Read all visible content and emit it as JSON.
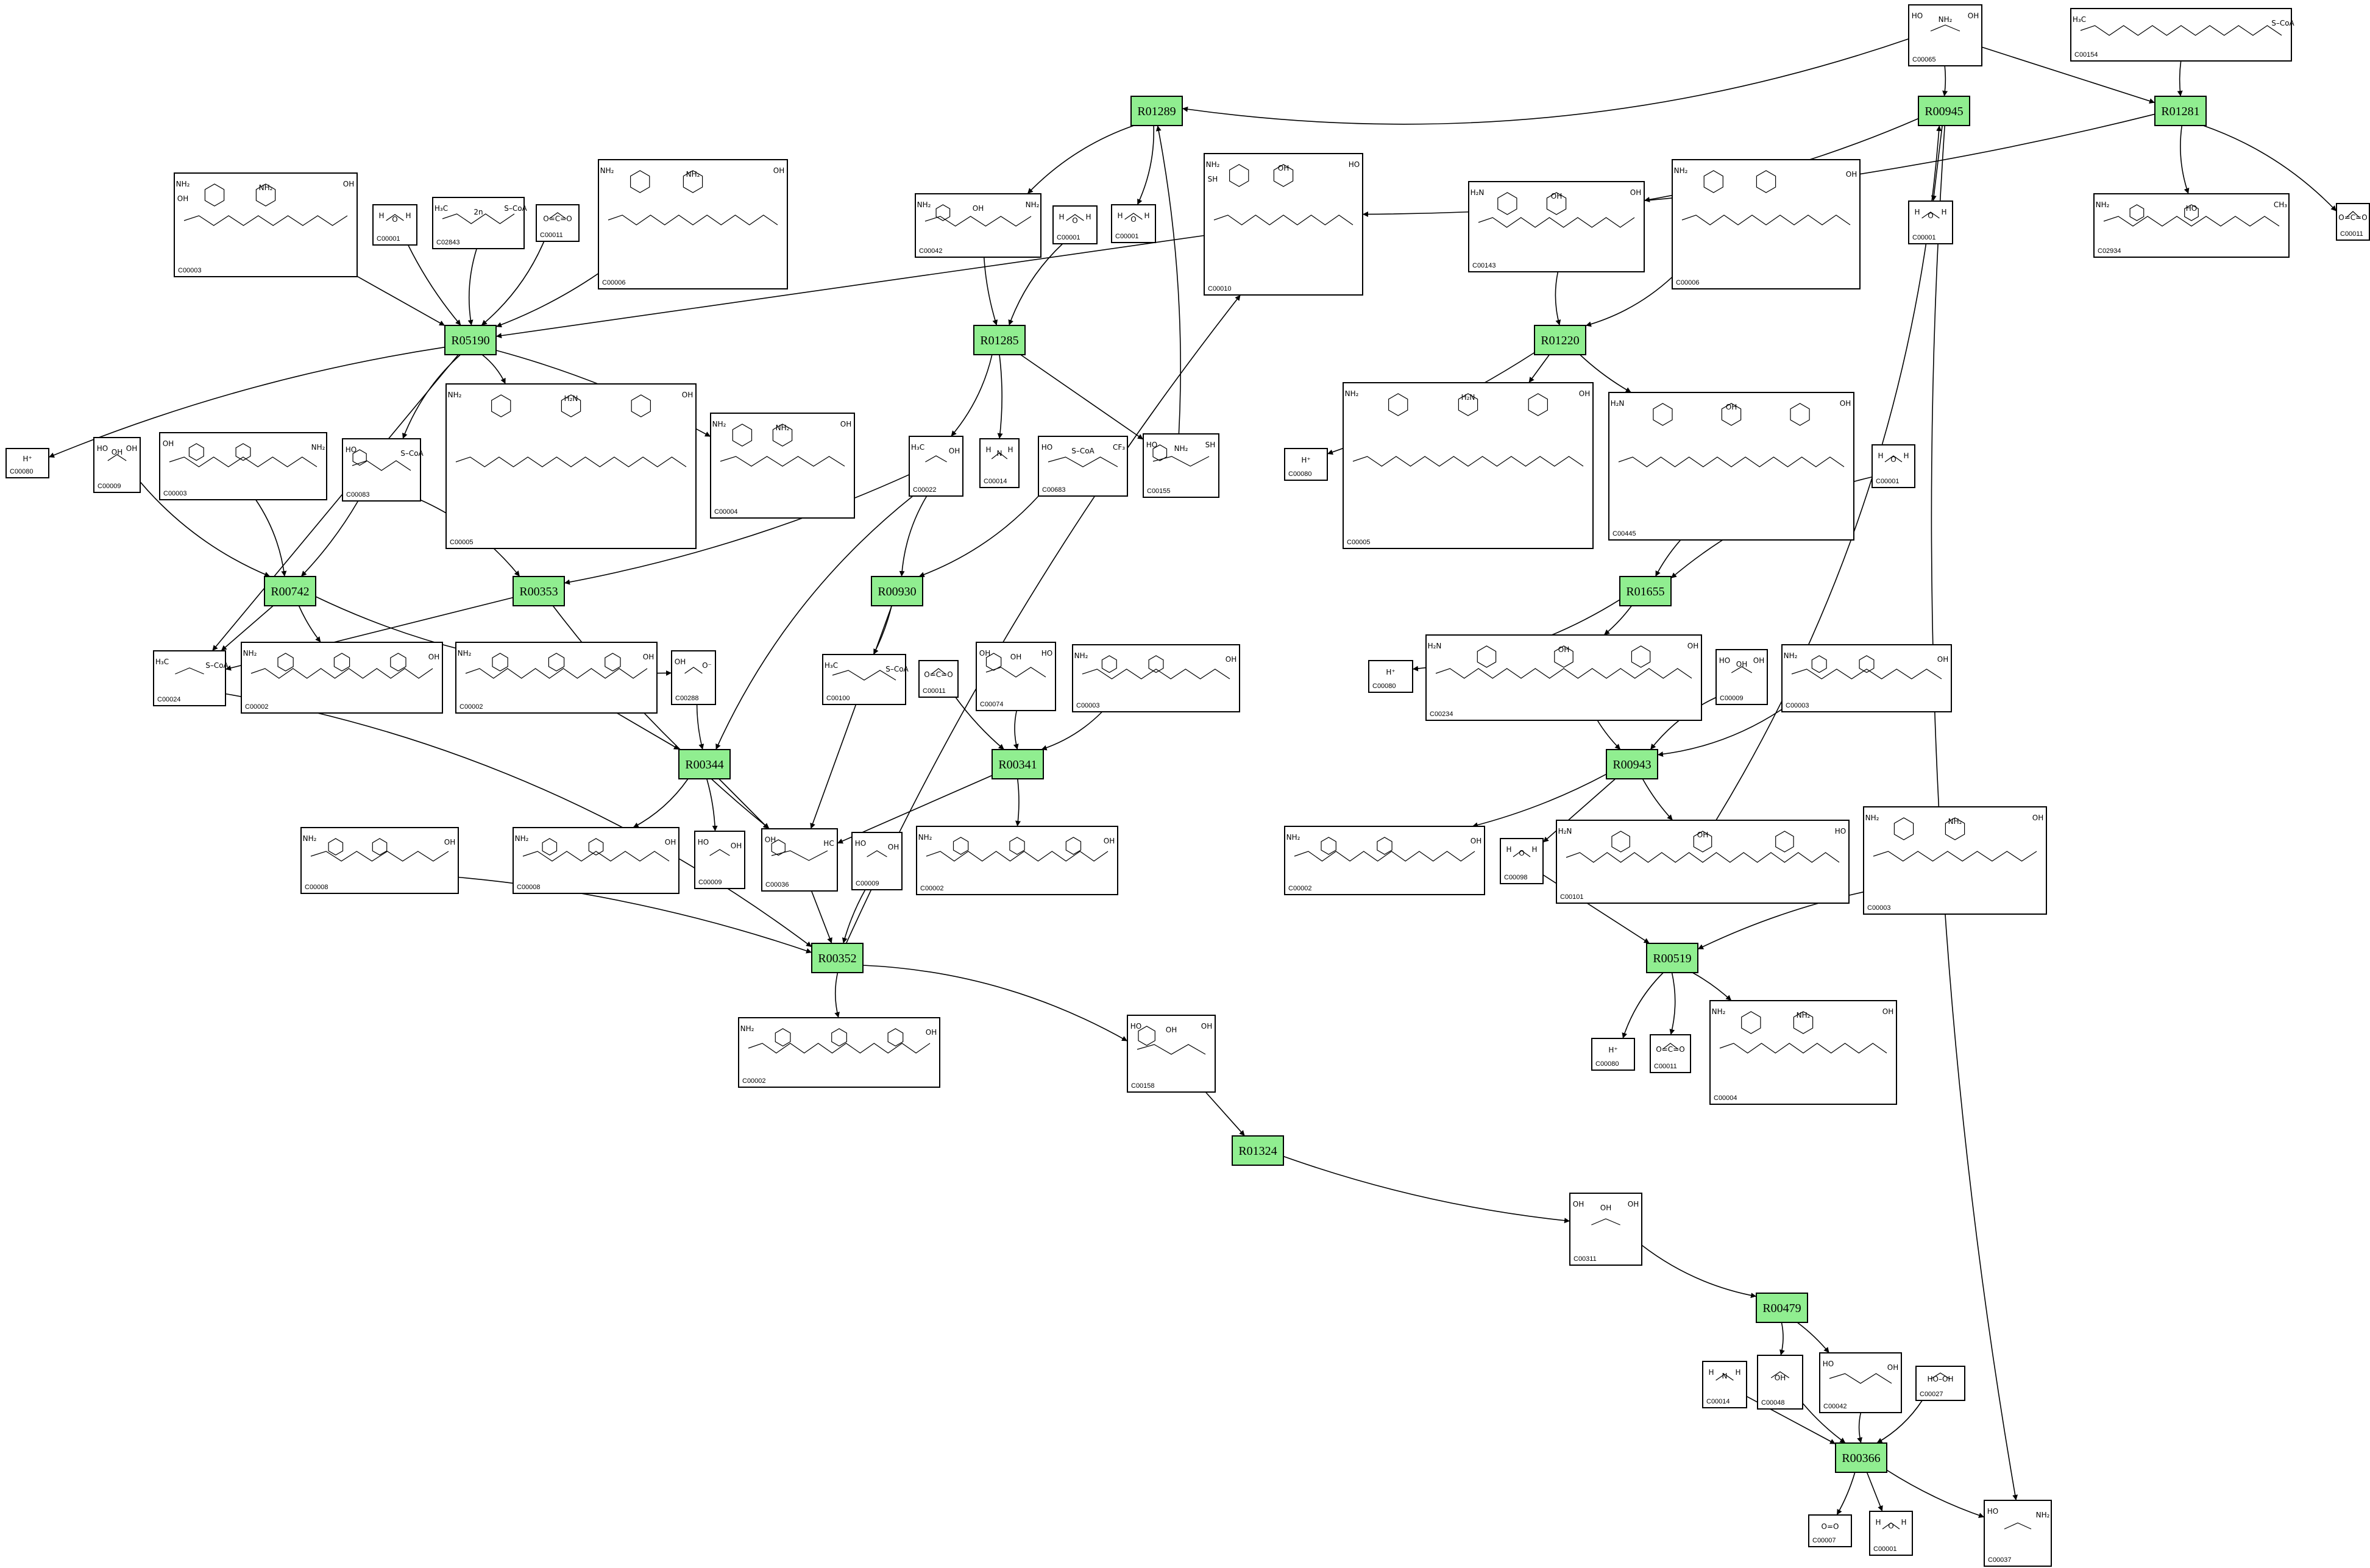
{
  "reactions": [
    "R01289",
    "R00945",
    "R01281",
    "R05190",
    "R01285",
    "R01220",
    "R00742",
    "R00353",
    "R00930",
    "R01655",
    "R00344",
    "R00341",
    "R00943",
    "R00352",
    "R00519",
    "R01324",
    "R00479",
    "R00366"
  ],
  "compounds": [
    {
      "id": "C00065",
      "label": "C00065",
      "formula": [
        "HO",
        "NH₂",
        "OH"
      ]
    },
    {
      "id": "C00154",
      "label": "C00154",
      "formula": [
        "H₃C",
        "S–CoA"
      ]
    },
    {
      "id": "C00003a",
      "label": "C00003",
      "formula": [
        "NH₂",
        "NH₂",
        "OH",
        "OH"
      ]
    },
    {
      "id": "C00001a",
      "label": "C00001",
      "formula": [
        "H",
        "O",
        "H"
      ]
    },
    {
      "id": "C02843",
      "label": "C02843",
      "formula": [
        "H₃C",
        "2n",
        "S–CoA"
      ]
    },
    {
      "id": "C00011a",
      "label": "C00011",
      "formula": [
        "O=C=O"
      ]
    },
    {
      "id": "C00006a",
      "label": "C00006",
      "formula": [
        "NH₂",
        "NH₂",
        "OH"
      ]
    },
    {
      "id": "C00042b",
      "label": "C00042",
      "formula": [
        "NH₂",
        "OH",
        "NH₂"
      ]
    },
    {
      "id": "C00001b",
      "label": "C00001",
      "formula": [
        "H",
        "O",
        "H"
      ]
    },
    {
      "id": "C00001c",
      "label": "C00001",
      "formula": [
        "H",
        "O",
        "H"
      ]
    },
    {
      "id": "C00010",
      "label": "C00010",
      "formula": [
        "NH₂",
        "OH",
        "HO",
        "SH"
      ]
    },
    {
      "id": "C00143",
      "label": "C00143",
      "formula": [
        "H₂N",
        "OH",
        "OH"
      ]
    },
    {
      "id": "C00006b",
      "label": "C00006",
      "formula": [
        "NH₂",
        "OH"
      ]
    },
    {
      "id": "C00001d",
      "label": "C00001",
      "formula": [
        "H",
        "O",
        "H"
      ]
    },
    {
      "id": "C02934",
      "label": "C02934",
      "formula": [
        "NH₂",
        "HO",
        "CH₃"
      ]
    },
    {
      "id": "C00011b",
      "label": "C00011",
      "formula": [
        "O=C=O"
      ]
    },
    {
      "id": "C00080a",
      "label": "C00080",
      "formula": [
        "H⁺"
      ]
    },
    {
      "id": "C00009a",
      "label": "C00009",
      "formula": [
        "HO",
        "OH",
        "OH"
      ]
    },
    {
      "id": "C00003b",
      "label": "C00003",
      "formula": [
        "OH",
        "NH₂"
      ]
    },
    {
      "id": "C00083",
      "label": "C00083",
      "formula": [
        "HO",
        "S–CoA"
      ]
    },
    {
      "id": "C00005a",
      "label": "C00005",
      "formula": [
        "NH₂",
        "H₂N",
        "OH"
      ]
    },
    {
      "id": "C00004a",
      "label": "C00004",
      "formula": [
        "NH₂",
        "NH₂",
        "OH"
      ]
    },
    {
      "id": "C00022",
      "label": "C00022",
      "formula": [
        "H₃C",
        "OH"
      ]
    },
    {
      "id": "C00014a",
      "label": "C00014",
      "formula": [
        "H",
        "N",
        "H"
      ]
    },
    {
      "id": "C00683",
      "label": "C00683",
      "formula": [
        "HO",
        "S–CoA",
        "CF₃"
      ]
    },
    {
      "id": "C00155",
      "label": "C00155",
      "formula": [
        "HO",
        "NH₂",
        "SH"
      ]
    },
    {
      "id": "C00080b",
      "label": "C00080",
      "formula": [
        "H⁺"
      ]
    },
    {
      "id": "C00005b",
      "label": "C00005",
      "formula": [
        "NH₂",
        "H₂N",
        "OH"
      ]
    },
    {
      "id": "C00445",
      "label": "C00445",
      "formula": [
        "H₂N",
        "OH",
        "OH"
      ]
    },
    {
      "id": "C00001e",
      "label": "C00001",
      "formula": [
        "H",
        "O",
        "H"
      ]
    },
    {
      "id": "C00024",
      "label": "C00024",
      "formula": [
        "H₃C",
        "S–CoA"
      ]
    },
    {
      "id": "C00002a",
      "label": "C00002",
      "formula": [
        "NH₂",
        "OH"
      ]
    },
    {
      "id": "C00002b",
      "label": "C00002",
      "formula": [
        "NH₂",
        "OH"
      ]
    },
    {
      "id": "C00288",
      "label": "C00288",
      "formula": [
        "OH",
        "O⁻"
      ]
    },
    {
      "id": "C00100",
      "label": "C00100",
      "formula": [
        "H₃C",
        "S–CoA"
      ]
    },
    {
      "id": "C00011c",
      "label": "C00011",
      "formula": [
        "O=C=O"
      ]
    },
    {
      "id": "C00074",
      "label": "C00074",
      "formula": [
        "OH",
        "OH",
        "HO"
      ]
    },
    {
      "id": "C00003c",
      "label": "C00003",
      "formula": [
        "NH₂",
        "OH"
      ]
    },
    {
      "id": "C00080c",
      "label": "C00080",
      "formula": [
        "H⁺"
      ]
    },
    {
      "id": "C00234",
      "label": "C00234",
      "formula": [
        "H₂N",
        "OH",
        "OH"
      ]
    },
    {
      "id": "C00009b",
      "label": "C00009",
      "formula": [
        "HO",
        "OH",
        "OH"
      ]
    },
    {
      "id": "C00008",
      "label": "C00008",
      "formula": [
        "NH₂",
        "OH"
      ]
    },
    {
      "id": "C00003d",
      "label": "C00003",
      "formula": [
        "NH₂",
        "OH"
      ]
    },
    {
      "id": "C00008b",
      "label": "C00008",
      "formula": [
        "NH₂",
        "OH"
      ]
    },
    {
      "id": "C00009c",
      "label": "C00009",
      "formula": [
        "HO",
        "OH"
      ]
    },
    {
      "id": "C00036",
      "label": "C00036",
      "formula": [
        "OH",
        "HC"
      ]
    },
    {
      "id": "C00009d",
      "label": "C00009",
      "formula": [
        "HO",
        "OH"
      ]
    },
    {
      "id": "C00002c",
      "label": "C00002",
      "formula": [
        "NH₂",
        "OH"
      ]
    },
    {
      "id": "C00002d",
      "label": "C00002",
      "formula": [
        "NH₂",
        "OH"
      ]
    },
    {
      "id": "C00098",
      "label": "C00098",
      "formula": [
        "H",
        "O",
        "H"
      ]
    },
    {
      "id": "C00101",
      "label": "C00101",
      "formula": [
        "H₂N",
        "OH",
        "HO"
      ]
    },
    {
      "id": "C00003e",
      "label": "C00003",
      "formula": [
        "NH₂",
        "NH₂",
        "OH"
      ]
    },
    {
      "id": "C00002e",
      "label": "C00002",
      "formula": [
        "NH₂",
        "OH"
      ]
    },
    {
      "id": "C00158",
      "label": "C00158",
      "formula": [
        "HO",
        "OH",
        "OH"
      ]
    },
    {
      "id": "C00080d",
      "label": "C00080",
      "formula": [
        "H⁺"
      ]
    },
    {
      "id": "C00011d",
      "label": "C00011",
      "formula": [
        "O=C=O"
      ]
    },
    {
      "id": "C00004b",
      "label": "C00004",
      "formula": [
        "NH₂",
        "NH₂",
        "OH"
      ]
    },
    {
      "id": "C00311",
      "label": "C00311",
      "formula": [
        "OH",
        "OH",
        "OH"
      ]
    },
    {
      "id": "C00014b",
      "label": "C00014",
      "formula": [
        "H",
        "N",
        "H"
      ]
    },
    {
      "id": "C00048",
      "label": "C00048",
      "formula": [
        "OH"
      ]
    },
    {
      "id": "C00042",
      "label": "C00042",
      "formula": [
        "HO",
        "OH"
      ]
    },
    {
      "id": "C00027",
      "label": "C00027",
      "formula": [
        "HO–OH"
      ]
    },
    {
      "id": "C00007",
      "label": "C00007",
      "formula": [
        "O=O"
      ]
    },
    {
      "id": "C00001f",
      "label": "C00001",
      "formula": [
        "H",
        "O",
        "H"
      ]
    },
    {
      "id": "C00037",
      "label": "C00037",
      "formula": [
        "HO",
        "NH₂"
      ]
    }
  ],
  "edges": [
    [
      "C00065",
      "R01289"
    ],
    [
      "C00065",
      "R00945"
    ],
    [
      "C00065",
      "R01281"
    ],
    [
      "C00154",
      "R01281"
    ],
    [
      "R01289",
      "C00042b"
    ],
    [
      "R01289",
      "C00001c"
    ],
    [
      "R00945",
      "C00143"
    ],
    [
      "R00945",
      "C00001d"
    ],
    [
      "R00945",
      "C00037"
    ],
    [
      "R01281",
      "C02934"
    ],
    [
      "R01281",
      "C00011b"
    ],
    [
      "R01281",
      "C00010"
    ],
    [
      "C00003a",
      "R05190"
    ],
    [
      "C00001a",
      "R05190"
    ],
    [
      "C02843",
      "R05190"
    ],
    [
      "C00011a",
      "R05190"
    ],
    [
      "C00006a",
      "R05190"
    ],
    [
      "C00010",
      "R05190"
    ],
    [
      "R05190",
      "C00080a"
    ],
    [
      "R05190",
      "C00083"
    ],
    [
      "R05190",
      "C00005a"
    ],
    [
      "R05190",
      "C00004a"
    ],
    [
      "R05190",
      "C00024"
    ],
    [
      "C00042b",
      "R01285"
    ],
    [
      "C00001b",
      "R01285"
    ],
    [
      "R01285",
      "C00022"
    ],
    [
      "R01285",
      "C00014a"
    ],
    [
      "R01285",
      "C00155"
    ],
    [
      "C00155",
      "R01289"
    ],
    [
      "C00143",
      "R01220"
    ],
    [
      "C00006b",
      "R01220"
    ],
    [
      "R01220",
      "C00080b"
    ],
    [
      "R01220",
      "C00005b"
    ],
    [
      "R01220",
      "C00445"
    ],
    [
      "C00009a",
      "R00742"
    ],
    [
      "C00003b",
      "R00742"
    ],
    [
      "C00083",
      "R00742"
    ],
    [
      "R00742",
      "C00024"
    ],
    [
      "R00742",
      "C00002a"
    ],
    [
      "R00742",
      "C00288"
    ],
    [
      "C00083",
      "R00353"
    ],
    [
      "C00022",
      "R00353"
    ],
    [
      "R00353",
      "C00024"
    ],
    [
      "R00353",
      "C00036"
    ],
    [
      "C00022",
      "R00930"
    ],
    [
      "C00683",
      "R00930"
    ],
    [
      "R00930",
      "C00100"
    ],
    [
      "R00930",
      "C00036"
    ],
    [
      "C00445",
      "R01655"
    ],
    [
      "C00001e",
      "R01655"
    ],
    [
      "R01655",
      "C00080c"
    ],
    [
      "R01655",
      "C00234"
    ],
    [
      "C00002b",
      "R00344"
    ],
    [
      "C00288",
      "R00344"
    ],
    [
      "C00022",
      "R00344"
    ],
    [
      "R00344",
      "C00008"
    ],
    [
      "R00344",
      "C00009c"
    ],
    [
      "R00344",
      "C00036"
    ],
    [
      "C00011c",
      "R00341"
    ],
    [
      "C00074",
      "R00341"
    ],
    [
      "C00003c",
      "R00341"
    ],
    [
      "R00341",
      "C00002c"
    ],
    [
      "R00341",
      "C00036"
    ],
    [
      "C00234",
      "R00943"
    ],
    [
      "C00009b",
      "R00943"
    ],
    [
      "C00003d",
      "R00943"
    ],
    [
      "R00943",
      "C00002e"
    ],
    [
      "R00943",
      "C00098"
    ],
    [
      "R00943",
      "C00101"
    ],
    [
      "C00101",
      "R00945"
    ],
    [
      "C00024",
      "R00352"
    ],
    [
      "C00008b",
      "R00352"
    ],
    [
      "C00036",
      "R00352"
    ],
    [
      "C00009d",
      "R00352"
    ],
    [
      "R00352",
      "C00002d"
    ],
    [
      "R00352",
      "C00158"
    ],
    [
      "R00352",
      "C00010"
    ],
    [
      "C00098",
      "R00519"
    ],
    [
      "C00003e",
      "R00519"
    ],
    [
      "R00519",
      "C00080d"
    ],
    [
      "R00519",
      "C00011d"
    ],
    [
      "R00519",
      "C00004b"
    ],
    [
      "C00158",
      "R01324"
    ],
    [
      "R01324",
      "C00311"
    ],
    [
      "C00311",
      "R00479"
    ],
    [
      "R00479",
      "C00048"
    ],
    [
      "R00479",
      "C00042"
    ],
    [
      "C00014b",
      "R00366"
    ],
    [
      "C00048",
      "R00366"
    ],
    [
      "C00042",
      "R00366"
    ],
    [
      "C00027",
      "R00366"
    ],
    [
      "R00366",
      "C00007"
    ],
    [
      "R00366",
      "C00001f"
    ],
    [
      "R00366",
      "C00037"
    ]
  ]
}
